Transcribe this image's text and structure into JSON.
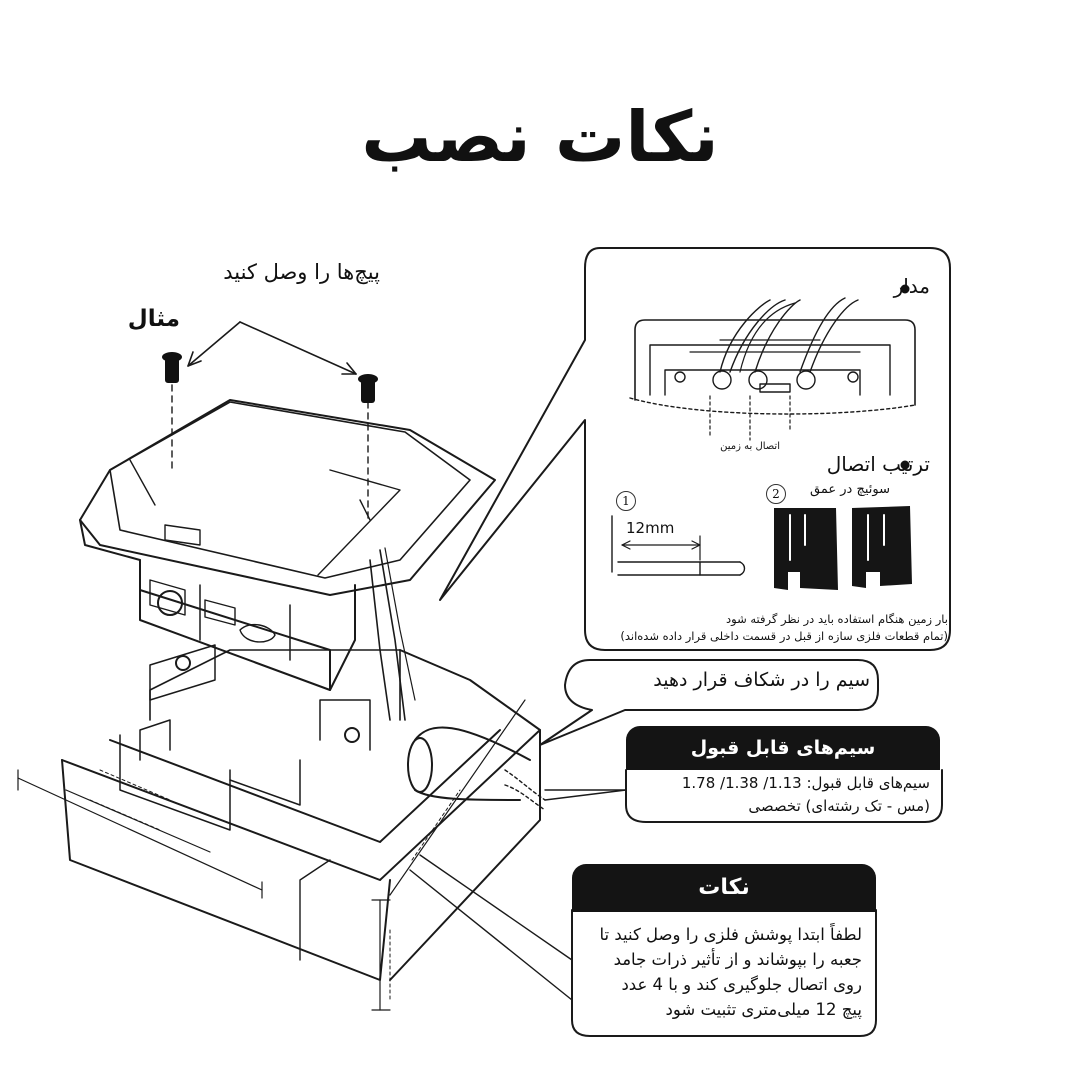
{
  "title": "نکات نصب",
  "labels": {
    "connect_screws": "پیچ‌ها را وصل کنید",
    "example": "مثال",
    "circuit": "مدار",
    "connection_order": "ترتیب اتصال",
    "ground_connection": "اتصال به زمین",
    "switch_depth": "سوئیچ در عمق",
    "strip_length": "12mm",
    "step_1": "1",
    "step_2": "2",
    "place_wire": "سیم را در شکاف قرار دهید"
  },
  "ground_note": {
    "line1": "بار زمین هنگام استفاده باید در نظر گرفته شود",
    "line2": "(تمام قطعات فلزی سازه از قبل در قسمت داخلی قرار داده شده‌اند)"
  },
  "cable_panel": {
    "heading": "سیم‌های قابل قبول",
    "line1": "سیم‌های قابل قبول: 1.13/ 1.38/ 1.78",
    "line2": "(مس - تک رشته‌ای) تخصصی"
  },
  "notes_panel": {
    "heading": "نکات",
    "line1": "لطفاً ابتدا پوشش فلزی را وصل کنید تا",
    "line2": "جعبه را بپوشاند و از تأثیر ذرات جامد",
    "line3": "روی اتصال جلوگیری کند و با 4 عدد",
    "line4": "پیچ 12 میلی‌متری تثبیت شود"
  },
  "colors": {
    "ink": "#141414",
    "background": "#ffffff"
  }
}
